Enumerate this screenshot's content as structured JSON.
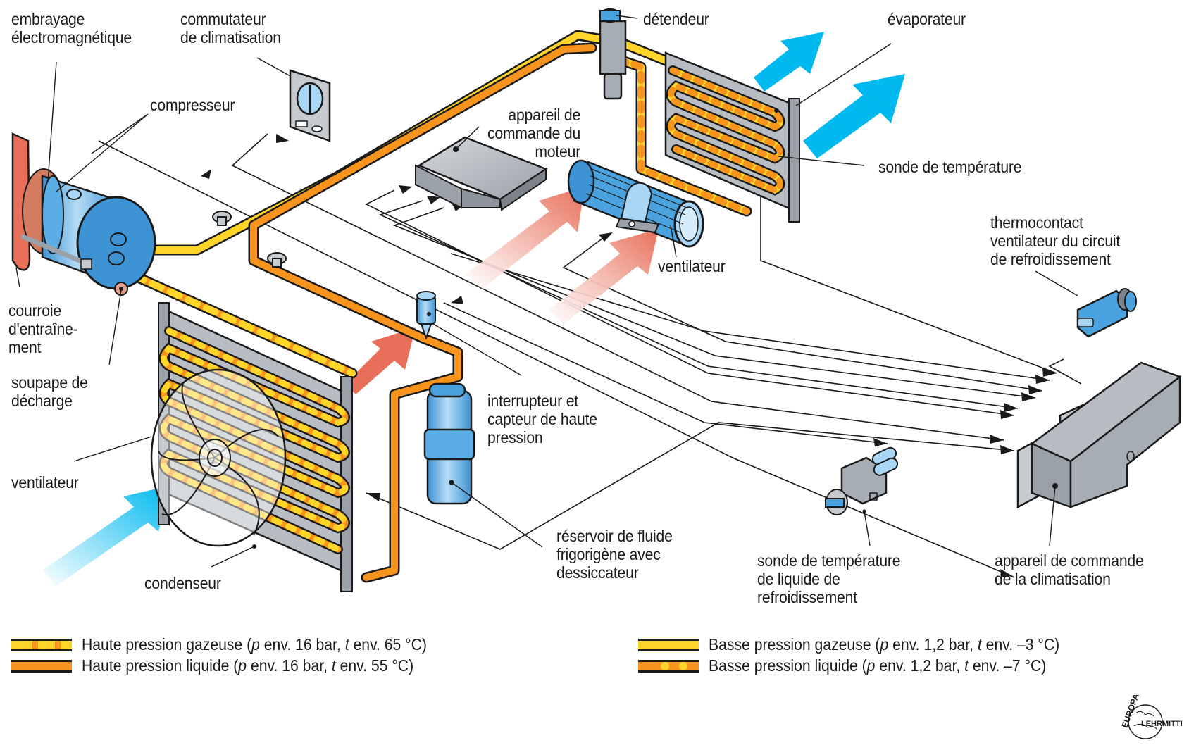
{
  "title": "Circuit de climatisation automobile",
  "labels": {
    "embrayage": "embrayage\nélectromagnétique",
    "commutateur": "commutateur\nde climatisation",
    "compresseur": "compresseur",
    "detendeur": "détendeur",
    "evaporateur": "évaporateur",
    "appareil_moteur": "appareil de\ncommande du\nmoteur",
    "sonde_temperature": "sonde de température",
    "ventilateur_habitacle": "ventilateur",
    "thermocontact": "thermocontact\nventilateur du circuit\nde refroidissement",
    "courroie": "courroie\nd'entraîne-\nment",
    "soupape": "soupape de\ndécharge",
    "interrupteur": "interrupteur et\ncapteur de haute\npression",
    "ventilateur_condenseur": "ventilateur",
    "reservoir": "réservoir de fluide\nfrigorigène avec\ndessiccateur",
    "condenseur": "condenseur",
    "sonde_liquide": "sonde de température\nde liquide de\nrefroidissement",
    "appareil_clim": "appareil de commande\nde la climatisation"
  },
  "legend": [
    {
      "id": "hp-gas",
      "text_before": "Haute pression gazeuse (",
      "p": "p",
      "mid1": " env. 16 bar, ",
      "t": "t",
      "mid2": " env. 65 °C)",
      "pattern": "yellow-dashed-orange"
    },
    {
      "id": "hp-liq",
      "text_before": "Haute pression liquide (",
      "p": "p",
      "mid1": " env. 16 bar, ",
      "t": "t",
      "mid2": " env. 55 °C)",
      "pattern": "orange"
    },
    {
      "id": "lp-gas",
      "text_before": "Basse pression gazeuse (",
      "p": "p",
      "mid1": " env. 1,2 bar, ",
      "t": "t",
      "mid2": " env. –3 °C)",
      "pattern": "yellow"
    },
    {
      "id": "lp-liq",
      "text_before": "Basse pression liquide (",
      "p": "p",
      "mid1": " env. 1,2 bar, ",
      "t": "t",
      "mid2": " env. –7 °C)",
      "pattern": "orange-dashed-yellow"
    }
  ],
  "logo": {
    "top": "EUROPA",
    "right": "LEHRMITTEL"
  },
  "colors": {
    "hp_yellow": "#ffd52a",
    "hp_orange": "#f7941d",
    "outline": "#1a1a1a",
    "component_blue": "#4aa3df",
    "component_light_blue": "#a9d6f5",
    "metal_grey": "#a7adb4",
    "air_cold": "#00b9ef",
    "air_warm": "#e8705a"
  }
}
